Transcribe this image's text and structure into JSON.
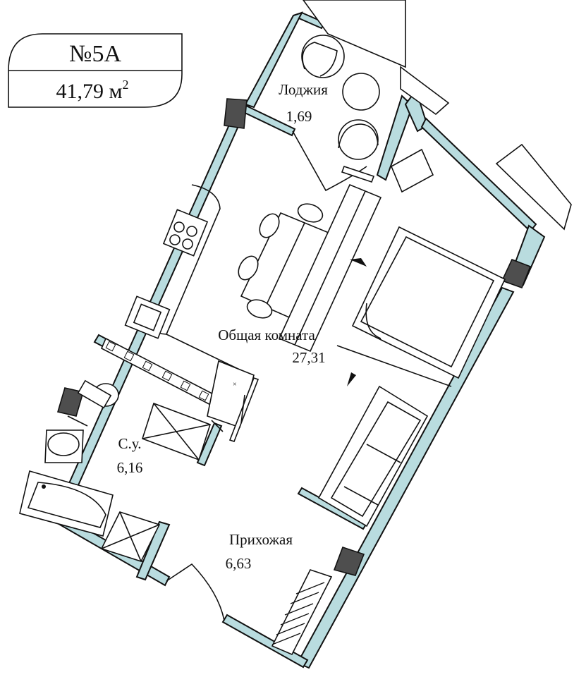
{
  "apartment": {
    "number": "№5А",
    "area_value": "41,79 м",
    "area_unit_power": "2"
  },
  "rooms": [
    {
      "name": "Лоджия",
      "area": "1,69"
    },
    {
      "name": "Общая комната",
      "area": "27,31"
    },
    {
      "name": "С.у.",
      "area": "6,16"
    },
    {
      "name": "Прихожая",
      "area": "6,63"
    }
  ],
  "colors": {
    "wall_fill": "#b9dcdf",
    "column_fill": "#4e4e4e",
    "line": "#111111"
  }
}
